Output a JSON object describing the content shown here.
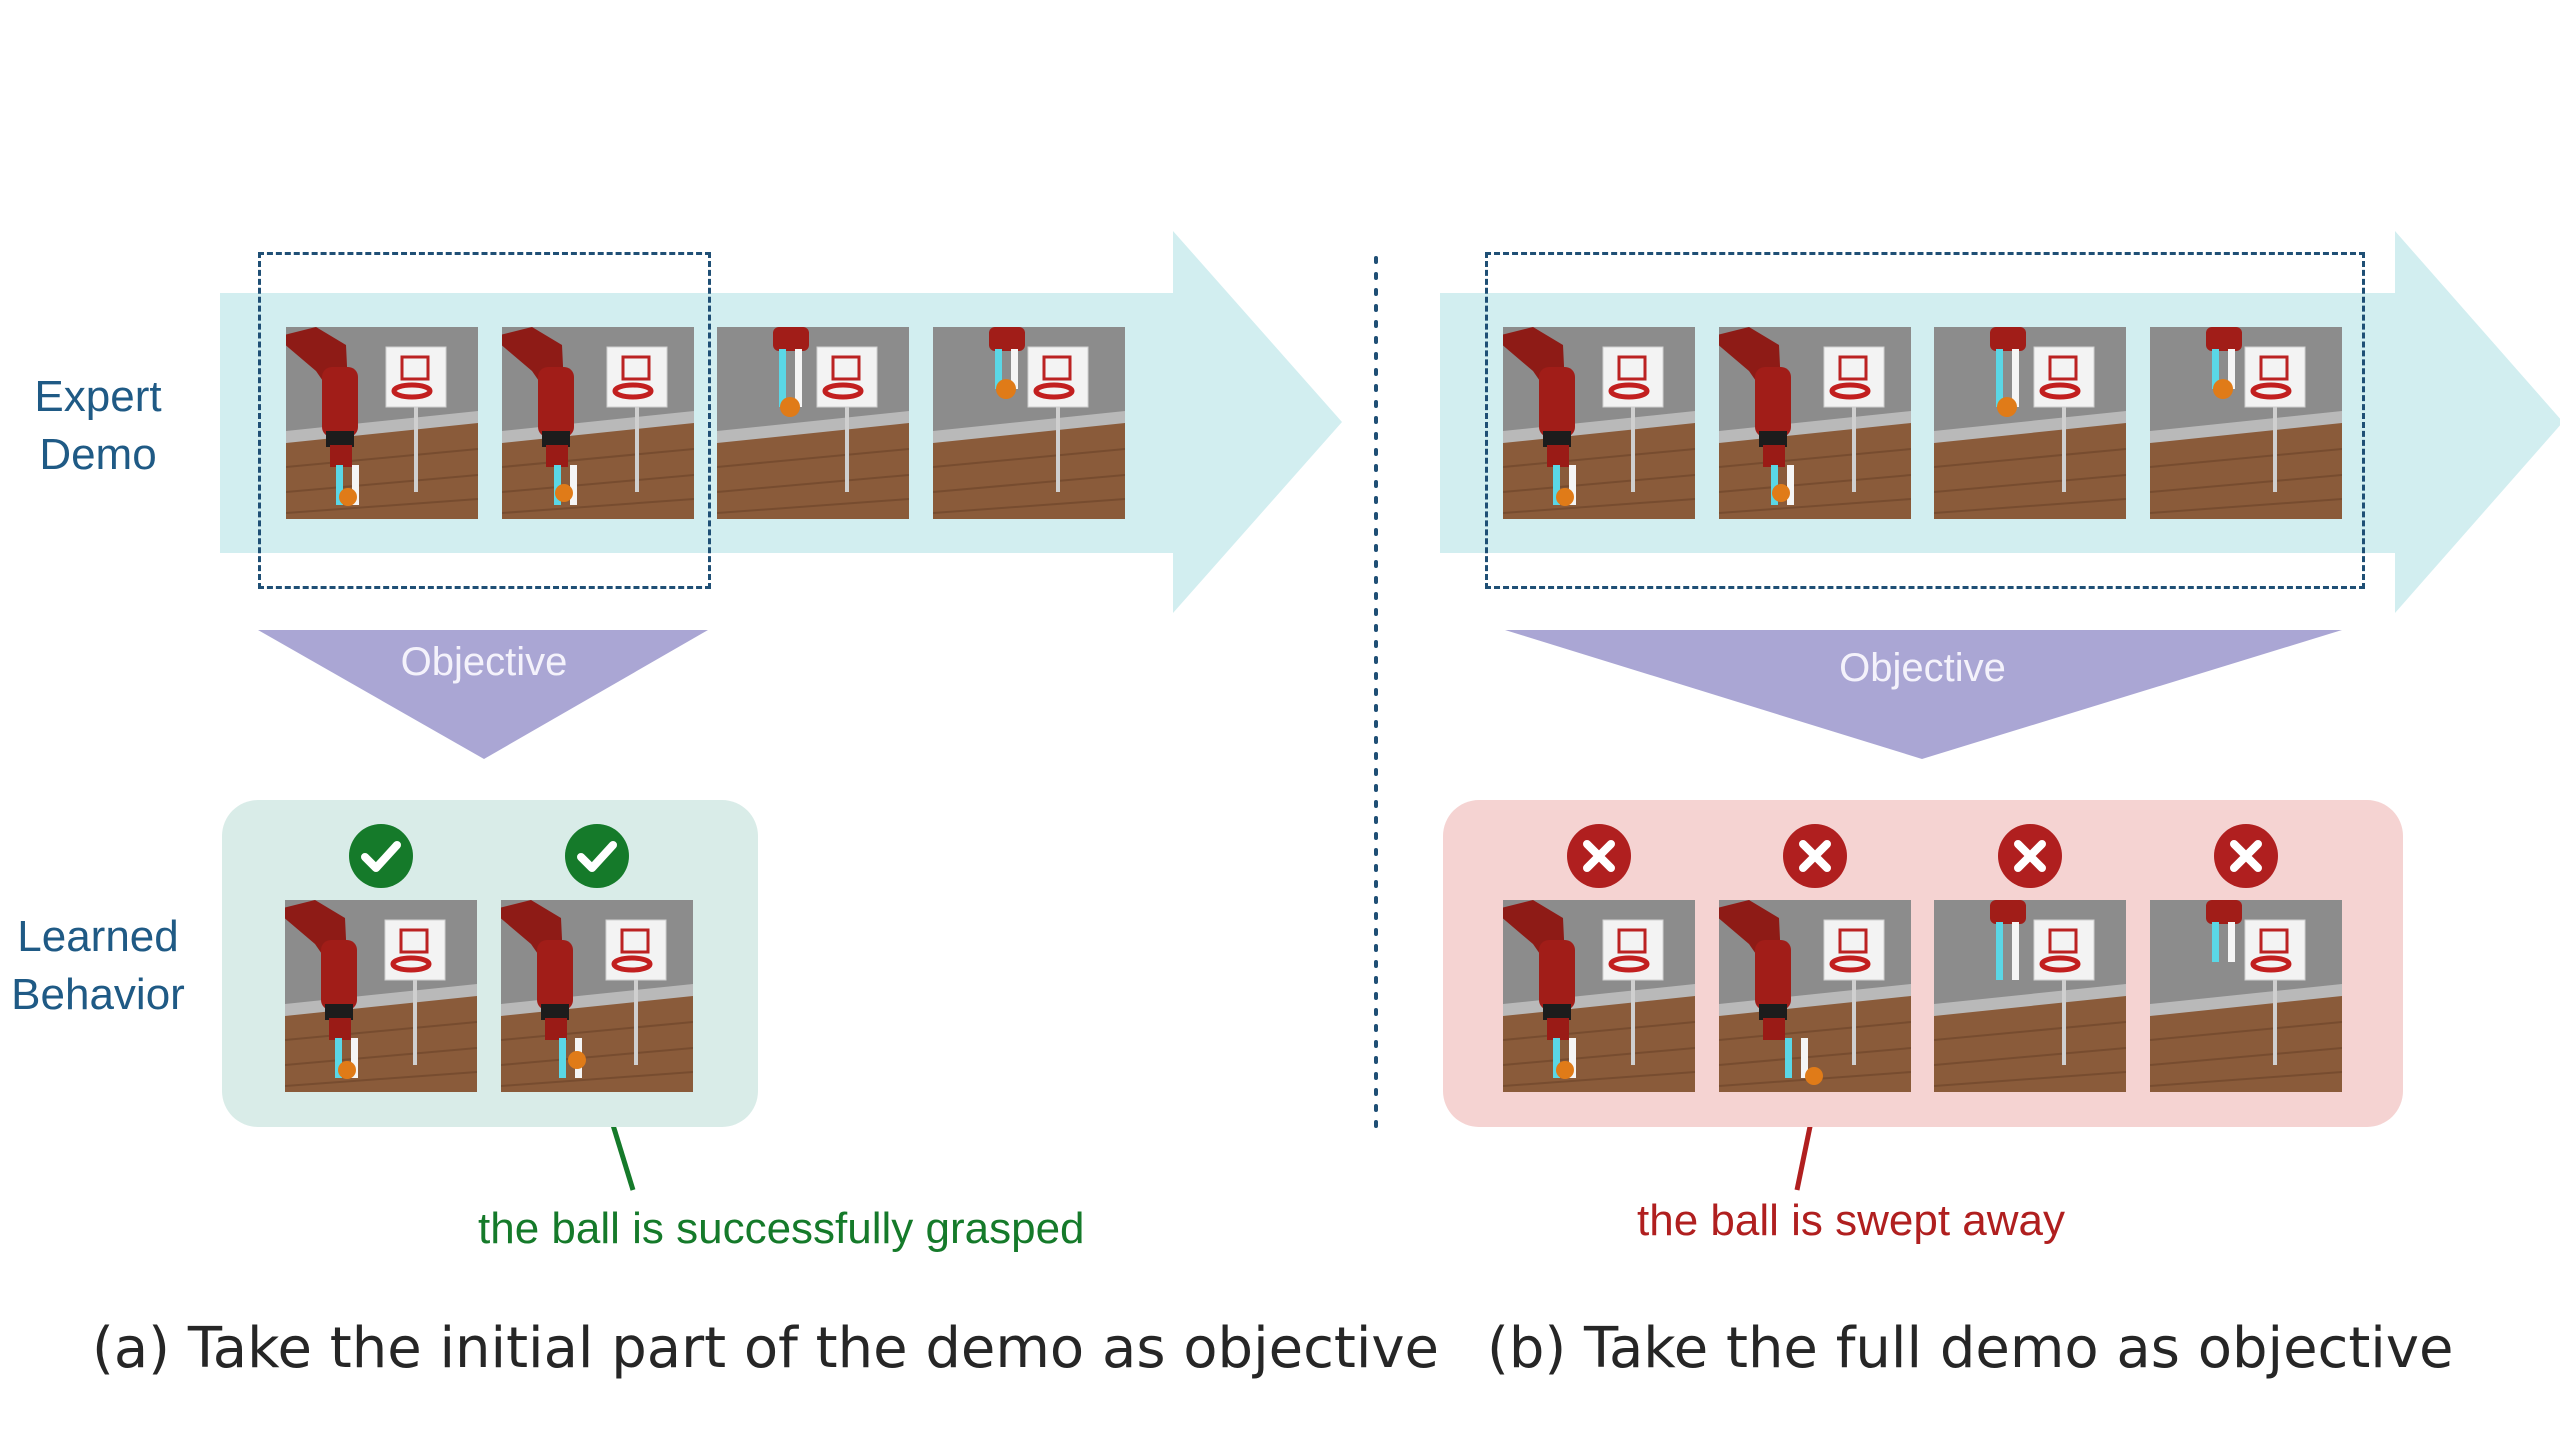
{
  "colors": {
    "arrow": "#d2eef0",
    "objective": "#aaa6d4",
    "success_panel": "#d9ece8",
    "fail_panel": "#f5d3d2",
    "success": "#157a2a",
    "failure": "#b01f1f",
    "label_blue": "#1f5a85"
  },
  "labels": {
    "expert_demo": "Expert\nDemo",
    "learned_behavior": "Learned\nBehavior"
  },
  "panel_a": {
    "objective_label": "Objective",
    "demo_frames": [
      {
        "icon": "robot-arm-reaching-ball-frame"
      },
      {
        "icon": "robot-arm-reaching-ball-frame"
      },
      {
        "icon": "robot-arm-lifting-ball-frame"
      },
      {
        "icon": "robot-arm-dunking-ball-frame"
      }
    ],
    "learned_frames": [
      {
        "icon": "robot-arm-reaching-ball-frame",
        "status": "success-check-icon"
      },
      {
        "icon": "robot-arm-grasping-ball-frame",
        "status": "success-check-icon"
      }
    ],
    "note": "the ball is successfully grasped",
    "caption": "(a) Take the initial part of the demo as objective"
  },
  "panel_b": {
    "objective_label": "Objective",
    "demo_frames": [
      {
        "icon": "robot-arm-reaching-ball-frame"
      },
      {
        "icon": "robot-arm-reaching-ball-frame"
      },
      {
        "icon": "robot-arm-lifting-ball-frame"
      },
      {
        "icon": "robot-arm-dunking-ball-frame"
      }
    ],
    "learned_frames": [
      {
        "icon": "robot-arm-reaching-ball-frame",
        "status": "failure-x-icon"
      },
      {
        "icon": "robot-arm-sweeping-ball-frame",
        "status": "failure-x-icon"
      },
      {
        "icon": "robot-arm-empty-lift-frame",
        "status": "failure-x-icon"
      },
      {
        "icon": "robot-arm-empty-dunk-frame",
        "status": "failure-x-icon"
      }
    ],
    "note": "the ball is swept away",
    "caption": "(b) Take the full demo as objective"
  }
}
